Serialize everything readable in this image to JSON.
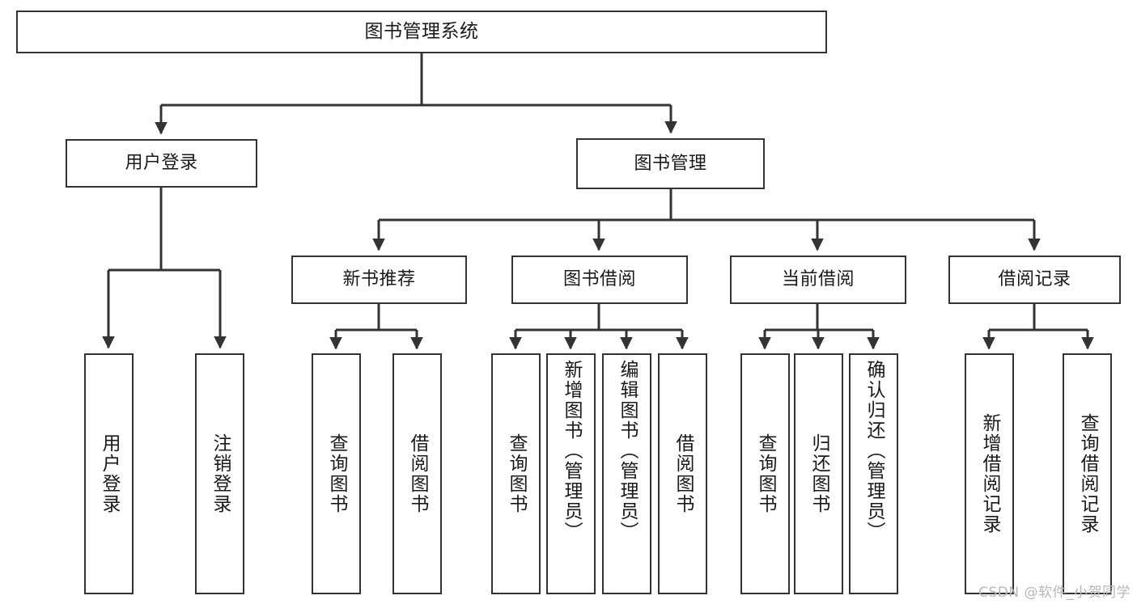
{
  "diagram": {
    "title": "图书管理系统",
    "type": "tree",
    "watermark": "CSDN @软件_小贺同学",
    "colors": {
      "stroke": "#333333",
      "fill": "#ffffff",
      "text": "#1a1a1a",
      "watermark": "#b8b8b8"
    },
    "nodes": {
      "root": {
        "label": "图书管理系统"
      },
      "level2": [
        {
          "id": "user-login",
          "label": "用户登录"
        },
        {
          "id": "book-management",
          "label": "图书管理"
        }
      ],
      "level3": [
        {
          "id": "new-book-recommend",
          "label": "新书推荐"
        },
        {
          "id": "book-borrow",
          "label": "图书借阅"
        },
        {
          "id": "current-borrow",
          "label": "当前借阅"
        },
        {
          "id": "borrow-record",
          "label": "借阅记录"
        }
      ],
      "leaves": {
        "user_login": [
          {
            "id": "leaf-user-login",
            "label": "用户登录"
          },
          {
            "id": "leaf-logout-login",
            "label": "注销登录"
          }
        ],
        "new_book_recommend": [
          {
            "id": "leaf-query-book-1",
            "label": "查询图书"
          },
          {
            "id": "leaf-borrow-book-1",
            "label": "借阅图书"
          }
        ],
        "book_borrow": [
          {
            "id": "leaf-query-book-2",
            "label": "查询图书"
          },
          {
            "id": "leaf-add-book",
            "label": "新增图书（管理员）"
          },
          {
            "id": "leaf-edit-book",
            "label": "编辑图书（管理员）"
          },
          {
            "id": "leaf-borrow-book-2",
            "label": "借阅图书"
          }
        ],
        "current_borrow": [
          {
            "id": "leaf-query-book-3",
            "label": "查询图书"
          },
          {
            "id": "leaf-return-book",
            "label": "归还图书"
          },
          {
            "id": "leaf-confirm-return",
            "label": "确认归还（管理员）"
          }
        ],
        "borrow_record": [
          {
            "id": "leaf-add-borrow-record",
            "label": "新增借阅记录"
          },
          {
            "id": "leaf-query-borrow-record",
            "label": "查询借阅记录"
          }
        ]
      }
    }
  }
}
